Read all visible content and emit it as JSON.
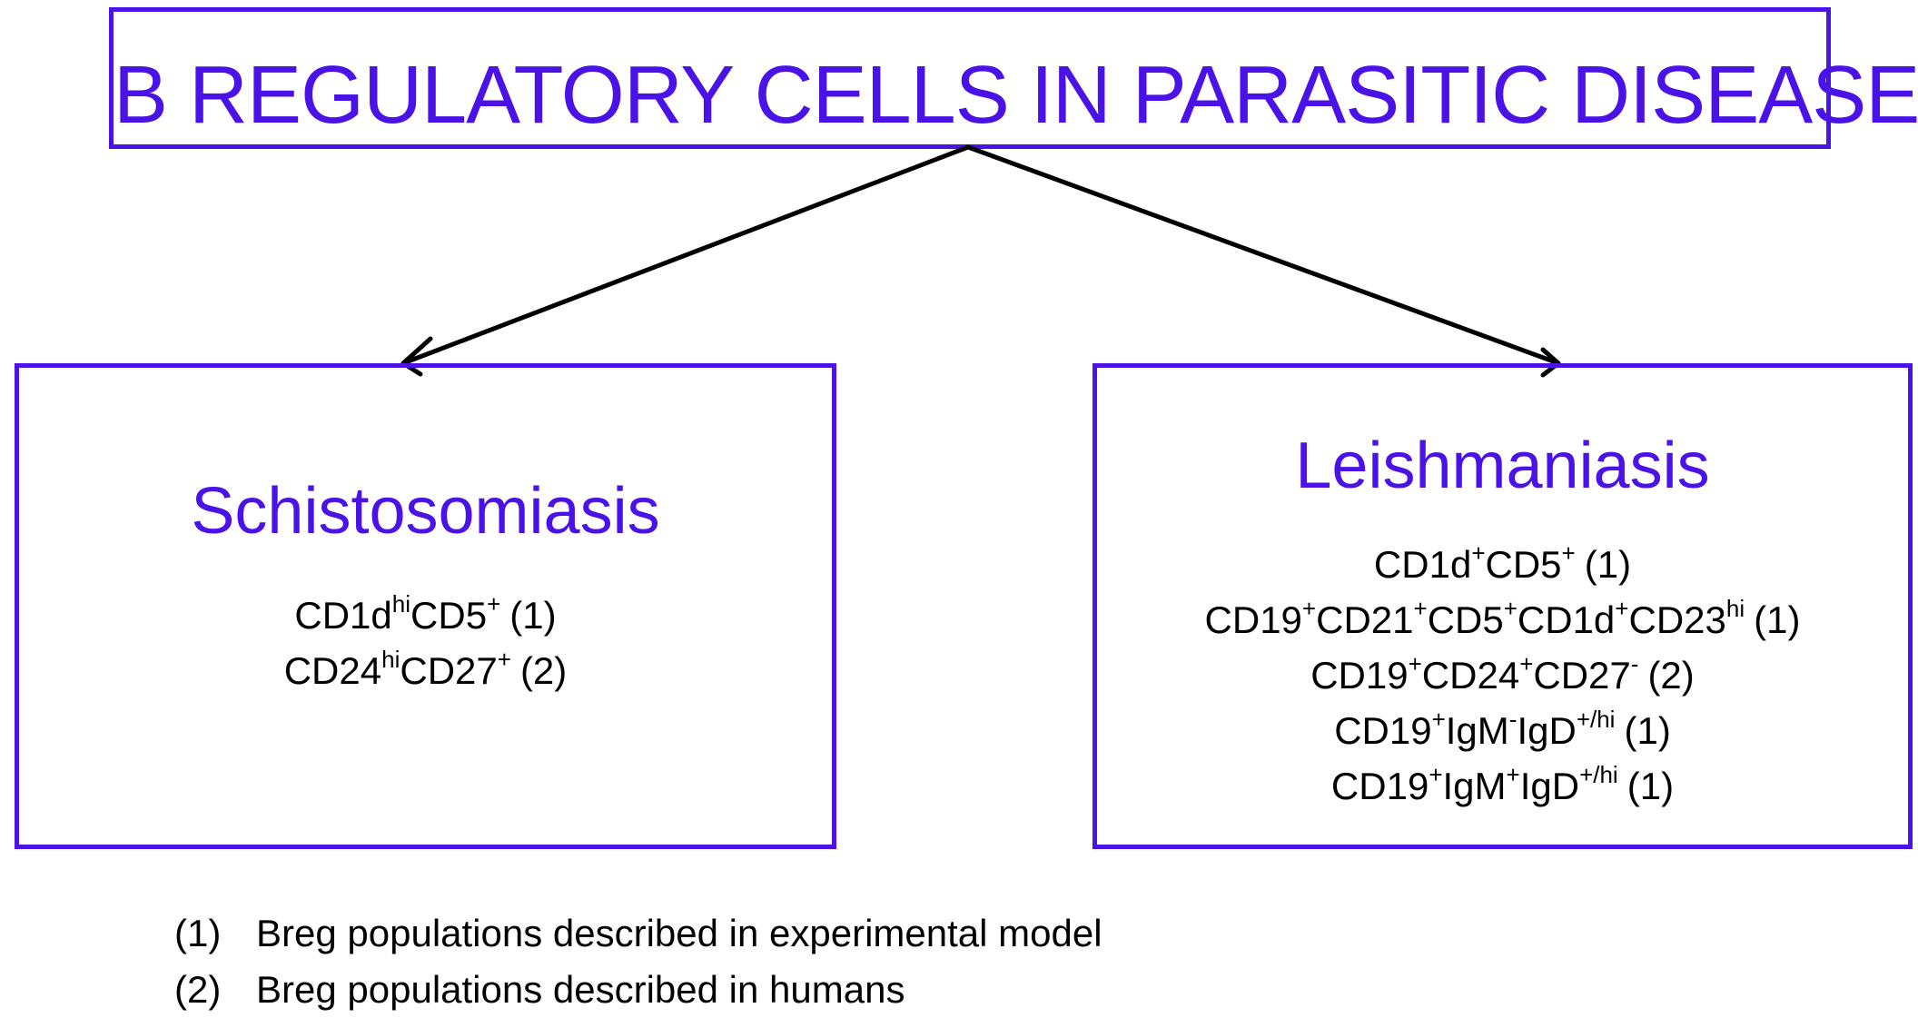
{
  "title": "B REGULATORY CELLS IN PARASITIC DISEASES",
  "left": {
    "disease": "Schistosomiasis",
    "markers": [
      {
        "parts": [
          [
            "CD1d",
            "hi"
          ],
          [
            "CD5",
            "+"
          ]
        ],
        "ref": "(1)"
      },
      {
        "parts": [
          [
            "CD24",
            "hi"
          ],
          [
            "CD27",
            "+"
          ]
        ],
        "ref": "(2)"
      }
    ]
  },
  "right": {
    "disease": "Leishmaniasis",
    "markers": [
      {
        "parts": [
          [
            "CD1d",
            "+"
          ],
          [
            "CD5",
            "+"
          ]
        ],
        "ref": "(1)"
      },
      {
        "parts": [
          [
            "CD19",
            "+"
          ],
          [
            "CD21",
            "+"
          ],
          [
            "CD5",
            "+"
          ],
          [
            "CD1d",
            "+"
          ],
          [
            "CD23",
            "hi"
          ]
        ],
        "ref": "(1)"
      },
      {
        "parts": [
          [
            "CD19",
            "+"
          ],
          [
            "CD24",
            "+"
          ],
          [
            "CD27",
            "-"
          ]
        ],
        "ref": "(2)"
      },
      {
        "parts": [
          [
            "CD19",
            "+"
          ],
          [
            "IgM",
            "-"
          ],
          [
            "IgD",
            "+/hi"
          ]
        ],
        "ref": "(1)"
      },
      {
        "parts": [
          [
            "CD19",
            "+"
          ],
          [
            "IgM",
            "+"
          ],
          [
            "IgD",
            "+/hi"
          ]
        ],
        "ref": "(1)"
      }
    ]
  },
  "footnotes": [
    {
      "num": "(1)",
      "text": "Breg populations described in experimental model"
    },
    {
      "num": "(2)",
      "text": "Breg populations described in humans"
    }
  ],
  "colors": {
    "accent": "#4a12e6",
    "arrow": "#000000"
  }
}
